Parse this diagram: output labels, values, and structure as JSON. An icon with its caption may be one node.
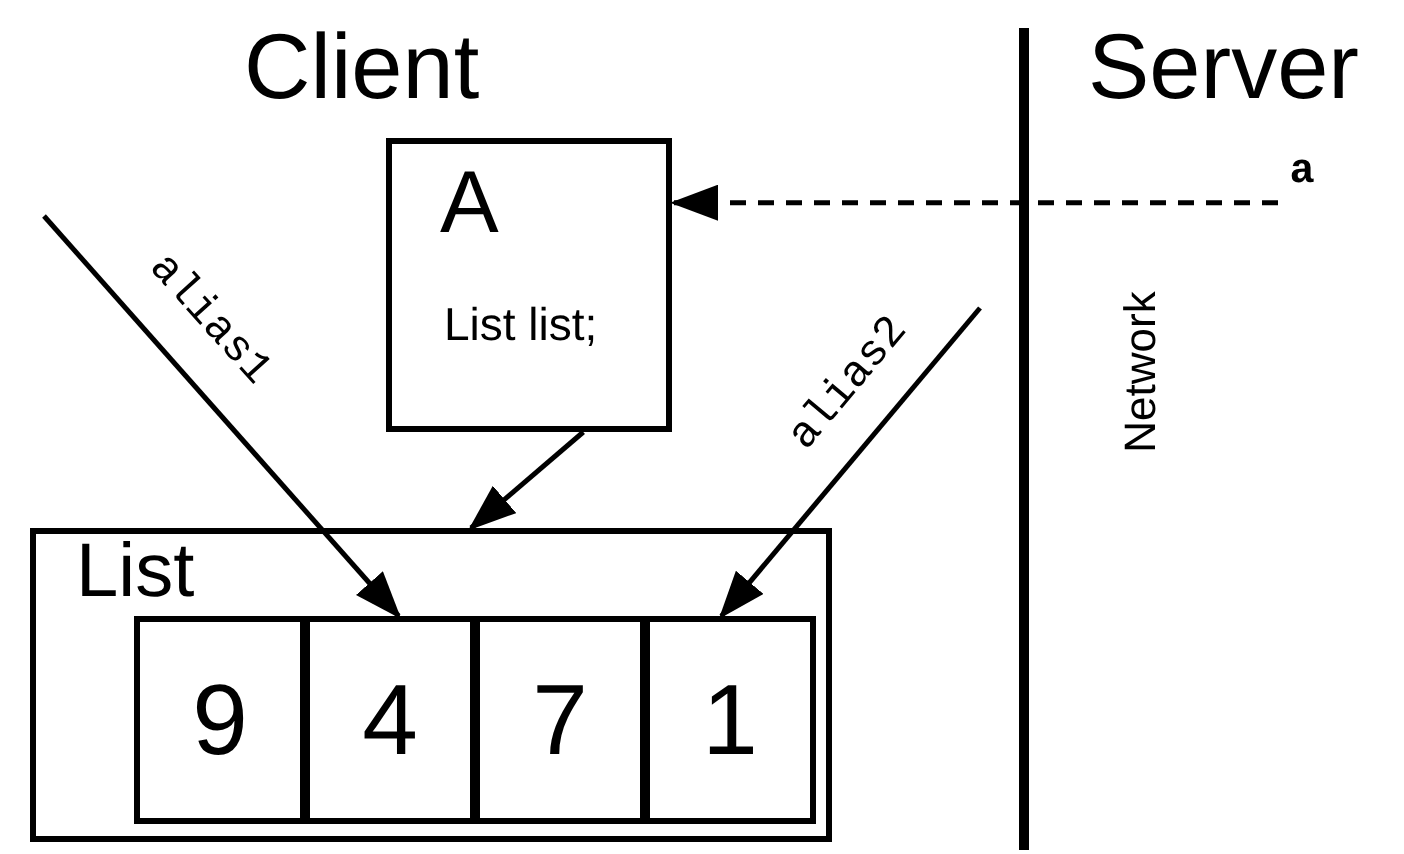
{
  "diagram": {
    "nodes": [
      {
        "text": [
          "A",
          "List list;"
        ]
      },
      {
        "text": [
          "List"
        ]
      },
      {
        "text": [
          "9"
        ],
        "in": 1
      },
      {
        "text": [
          "4"
        ],
        "in": 1
      },
      {
        "text": [
          "7"
        ],
        "in": 1
      },
      {
        "text": [
          "1"
        ],
        "in": 1
      },
      {
        "text": [
          "a"
        ]
      }
    ],
    "edges": [
      {
        "from": 6,
        "to": 0,
        "arrow": "to",
        "style": "dashed"
      },
      {
        "from": 0,
        "to": 1,
        "arrow": "to"
      },
      {
        "from": null,
        "to": 3,
        "arrow": "to",
        "label": "alias1"
      },
      {
        "from": null,
        "to": 5,
        "arrow": "to",
        "label": "alias2"
      }
    ],
    "labels": [
      "Client",
      "Server",
      "Network"
    ]
  }
}
